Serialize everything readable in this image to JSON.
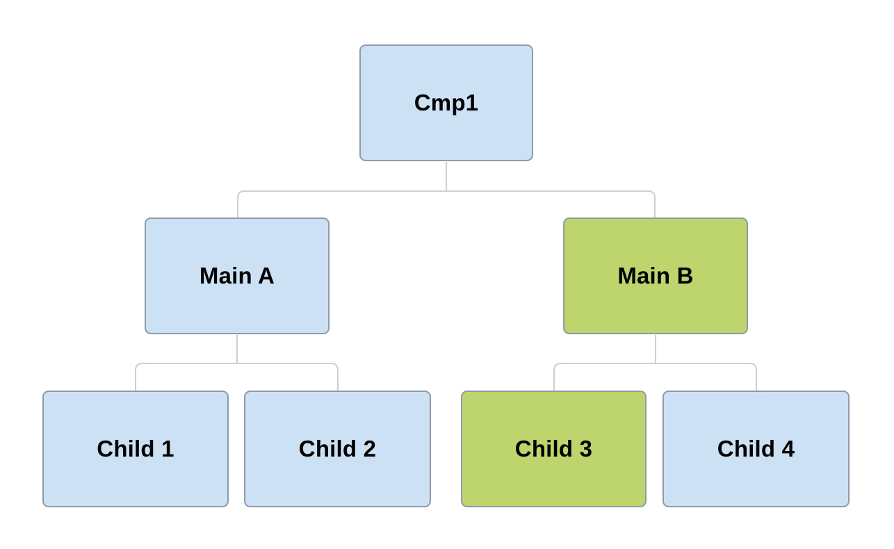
{
  "diagram": {
    "type": "tree",
    "colors": {
      "blue_fill": "#cce1f4",
      "green_fill": "#bdd56c",
      "node_border": "#8e9aaa",
      "connector": "#c9c9c9",
      "label_text": "#000000",
      "background": "#ffffff"
    },
    "nodes": [
      {
        "label": "Cmp1",
        "variant": "blue"
      },
      {
        "label": "Main A",
        "variant": "blue"
      },
      {
        "label": "Main B",
        "variant": "green"
      },
      {
        "label": "Child 1",
        "variant": "blue"
      },
      {
        "label": "Child 2",
        "variant": "blue"
      },
      {
        "label": "Child 3",
        "variant": "green"
      },
      {
        "label": "Child 4",
        "variant": "blue"
      }
    ],
    "hierarchy": {
      "Cmp1": [
        "Main A",
        "Main B"
      ],
      "Main A": [
        "Child 1",
        "Child 2"
      ],
      "Main B": [
        "Child 3",
        "Child 4"
      ]
    }
  }
}
